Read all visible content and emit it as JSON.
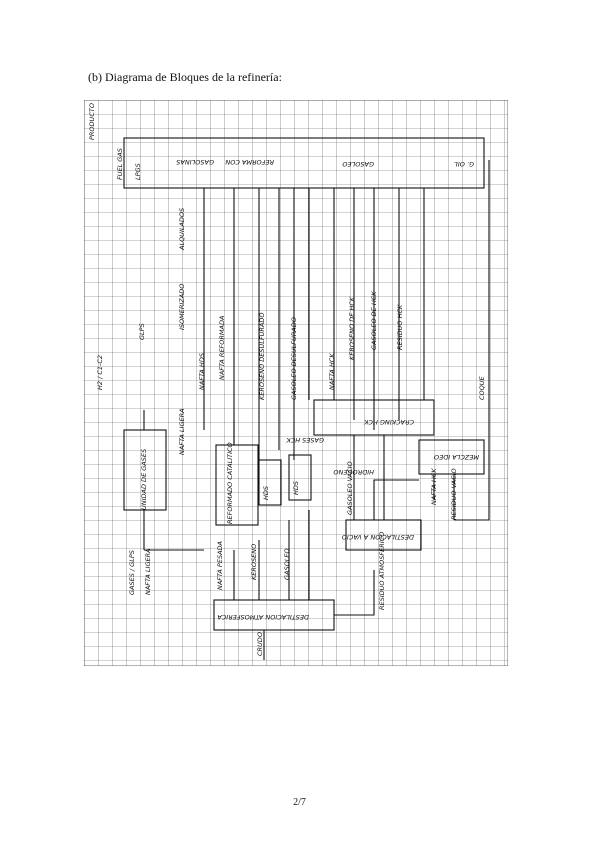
{
  "page": {
    "caption": "(b) Diagrama de Bloques de la refinería:",
    "page_number": "2/7"
  },
  "diagram": {
    "blocks": [
      {
        "id": "productos",
        "label": "PRODUCTO"
      },
      {
        "id": "unidad_gases",
        "label": "UNIDAD DE GASES"
      },
      {
        "id": "reformador",
        "label": "REFORMADO CATALITICO"
      },
      {
        "id": "hds1",
        "label": "HDS"
      },
      {
        "id": "hds2",
        "label": "HDS"
      },
      {
        "id": "cracking",
        "label": "CRACKING HCK"
      },
      {
        "id": "mezcla",
        "label": "MEZCLA IDEO"
      },
      {
        "id": "dest_atm",
        "label": "DESTILACION ATMOSFERICA"
      },
      {
        "id": "dest_vacio",
        "label": "DESTILACION A VACIO"
      }
    ],
    "streams": [
      {
        "id": "s_h2",
        "label": "H2 / C1-C2"
      },
      {
        "id": "s_fuel",
        "label": "FUEL GAS"
      },
      {
        "id": "s_lpg",
        "label": "LPGS"
      },
      {
        "id": "s_glp",
        "label": "GLPS"
      },
      {
        "id": "s_gasolina",
        "label": "GASOLINAS"
      },
      {
        "id": "s_reforma",
        "label": "REFORMA CON"
      },
      {
        "id": "s_gasoleo",
        "label": "GASOLEO"
      },
      {
        "id": "s_gasoil",
        "label": "G. OIL"
      },
      {
        "id": "s_isomer",
        "label": "ISOMERIZADO"
      },
      {
        "id": "s_alquil",
        "label": "ALQUILADOS"
      },
      {
        "id": "s_nafta_ref",
        "label": "NAFTA REFORMADA"
      },
      {
        "id": "s_nafta_hds",
        "label": "NAFTA HDS"
      },
      {
        "id": "s_kero_desulf",
        "label": "KEROSENO DESULFURADO"
      },
      {
        "id": "s_gasoleo_desulf",
        "label": "GASOLEO DESULFURADO"
      },
      {
        "id": "s_nafta_hck",
        "label": "NAFTA HCK"
      },
      {
        "id": "s_kero_hck",
        "label": "KEROSENO DE HCK"
      },
      {
        "id": "s_gasoleo_hck",
        "label": "GASOLEO DE HCK"
      },
      {
        "id": "s_residuo_hck",
        "label": "RESIDUO HCK"
      },
      {
        "id": "s_coque",
        "label": "COQUE"
      },
      {
        "id": "s_nafta_ligera",
        "label": "NAFTA LIGERA"
      },
      {
        "id": "s_gases_glp",
        "label": "GASES / GLPS"
      },
      {
        "id": "s_nafta_ligera2",
        "label": "NAFTA LIGERA"
      },
      {
        "id": "s_nafta_pesada",
        "label": "NAFTA PESADA"
      },
      {
        "id": "s_keroseno",
        "label": "KEROSENO"
      },
      {
        "id": "s_gasoleo2",
        "label": "GASOLEO"
      },
      {
        "id": "s_gasoleo_vac",
        "label": "GASOLEO VACIO"
      },
      {
        "id": "s_residuo_atm",
        "label": "RESIDUO ATMOSFERICO"
      },
      {
        "id": "s_nafta_hck2",
        "label": "NAFTA HCK"
      },
      {
        "id": "s_residuo_vac",
        "label": "RESIDUO VACIO"
      },
      {
        "id": "s_crudo",
        "label": "CRUDO"
      },
      {
        "id": "s_gases_hck",
        "label": "GASES HCK"
      },
      {
        "id": "s_hidrogeno",
        "label": "HIDROGENO"
      }
    ]
  }
}
